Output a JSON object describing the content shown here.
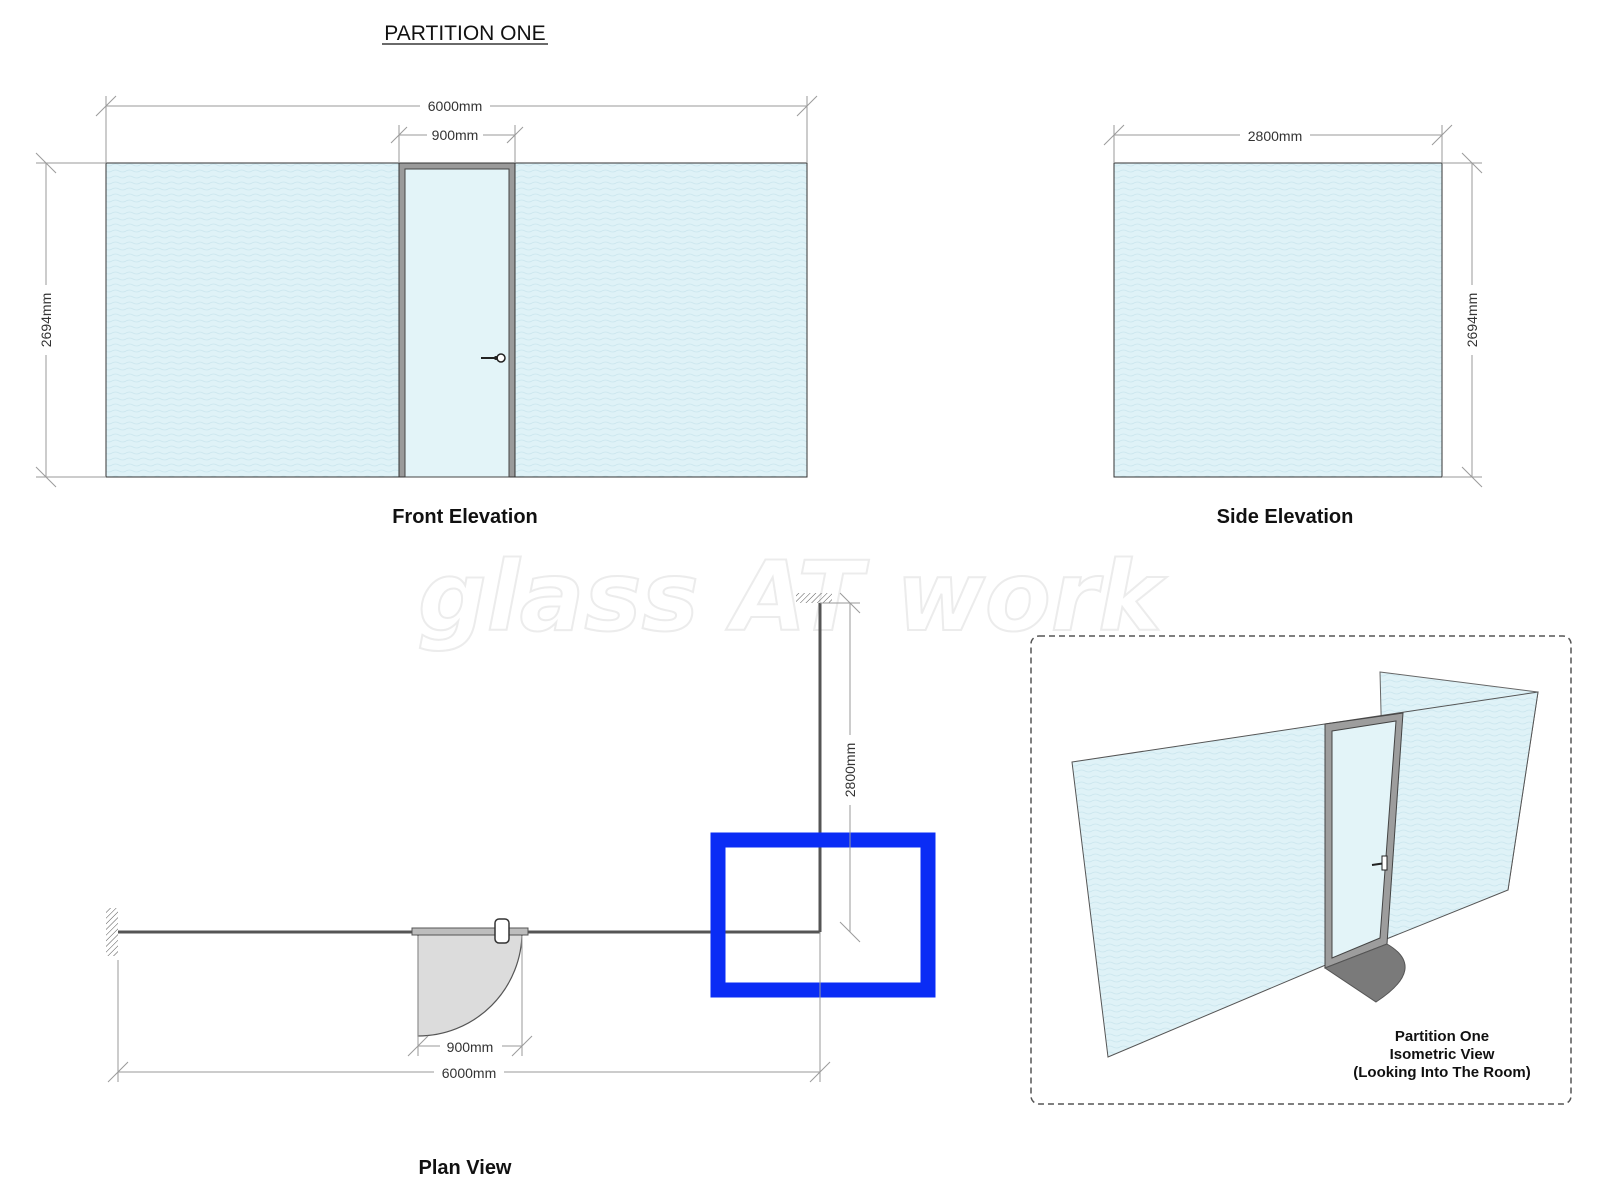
{
  "title": "PARTITION ONE",
  "watermark": "glass AT work",
  "colors": {
    "glass": "#dff2f7",
    "frame": "#8a8a8a",
    "highlight": "#0a2cf5",
    "dimension_line": "#9a9a9a"
  },
  "front_elevation": {
    "caption": "Front Elevation",
    "width_label": "6000mm",
    "door_width_label": "900mm",
    "height_label": "2694mm"
  },
  "side_elevation": {
    "caption": "Side Elevation",
    "width_label": "2800mm",
    "height_label": "2694mm"
  },
  "plan_view": {
    "caption": "Plan View",
    "door_width_label": "900mm",
    "total_width_label": "6000mm",
    "return_length_label": "2800mm"
  },
  "isometric": {
    "caption_lines": [
      "Partition One",
      "Isometric View",
      "(Looking Into The Room)"
    ]
  }
}
